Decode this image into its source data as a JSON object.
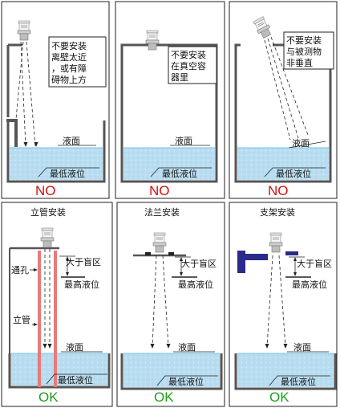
{
  "colors": {
    "water": "#b9ddf0",
    "water_edge": "#7fc1e5",
    "wall": "#555555",
    "pipe": "#e87a7a",
    "bracket": "#2a2a8a",
    "no": "#d01010",
    "ok": "#1aa01a"
  },
  "panels": [
    {
      "note_lines": [
        "不要安装",
        "离壁太近",
        "，或有障",
        "碍物上方"
      ],
      "liquid_label": "液面",
      "min_label": "最低液位",
      "verdict": "NO"
    },
    {
      "note_lines": [
        "不要安装",
        "在真空容",
        "器里"
      ],
      "liquid_label": "液面",
      "min_label": "最低液位",
      "verdict": "NO"
    },
    {
      "note_lines": [
        "不要安装",
        "与被测物",
        "非垂直"
      ],
      "liquid_label": "液面",
      "min_label": "最低液位",
      "verdict": "NO"
    },
    {
      "title": "立管安装",
      "hole_label": "通孔",
      "pipe_label": "立管",
      "blind_label": "大于盲区",
      "max_label": "最高液位",
      "liquid_label": "液面",
      "min_label": "最低液位",
      "verdict": "OK"
    },
    {
      "title": "法兰安装",
      "blind_label": "大于盲区",
      "max_label": "最高液位",
      "liquid_label": "液面",
      "min_label": "最低液位",
      "verdict": "OK"
    },
    {
      "title": "支架安装",
      "blind_label": "大于盲区",
      "max_label": "最高液位",
      "liquid_label": "液面",
      "min_label": "最低液位",
      "verdict": "OK"
    }
  ]
}
